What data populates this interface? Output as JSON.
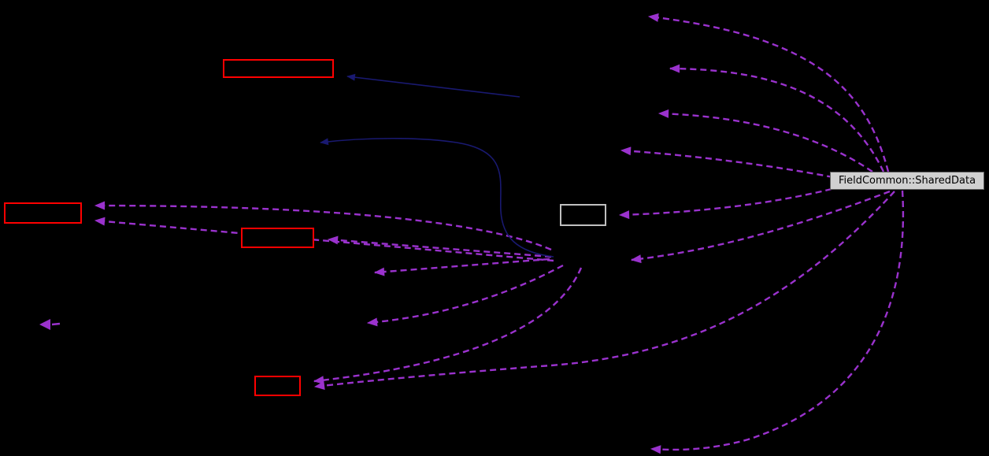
{
  "diagram": {
    "type": "collaboration-graph",
    "background_color": "#000000",
    "main_node": {
      "label": "FieldCommon::SharedData",
      "fill": "#d0d0d0",
      "border_color": "#5f5f5f",
      "text_color": "#000000"
    },
    "nodes": [
      {
        "id": "node-top-red",
        "label": "",
        "border_color": "#ff0000"
      },
      {
        "id": "node-left-red",
        "label": "",
        "border_color": "#ff0000"
      },
      {
        "id": "node-middle-red",
        "label": "",
        "border_color": "#ff0000"
      },
      {
        "id": "node-center-gray",
        "label": "",
        "border_color": "#c0c0c0"
      },
      {
        "id": "node-bottom-red",
        "label": "",
        "border_color": "#ff0000"
      }
    ],
    "edge_styles": {
      "usage_edge_color": "#9a32cd",
      "usage_edge_style": "dashed",
      "inheritance_edge_color": "#191970",
      "inheritance_edge_style": "solid"
    }
  }
}
